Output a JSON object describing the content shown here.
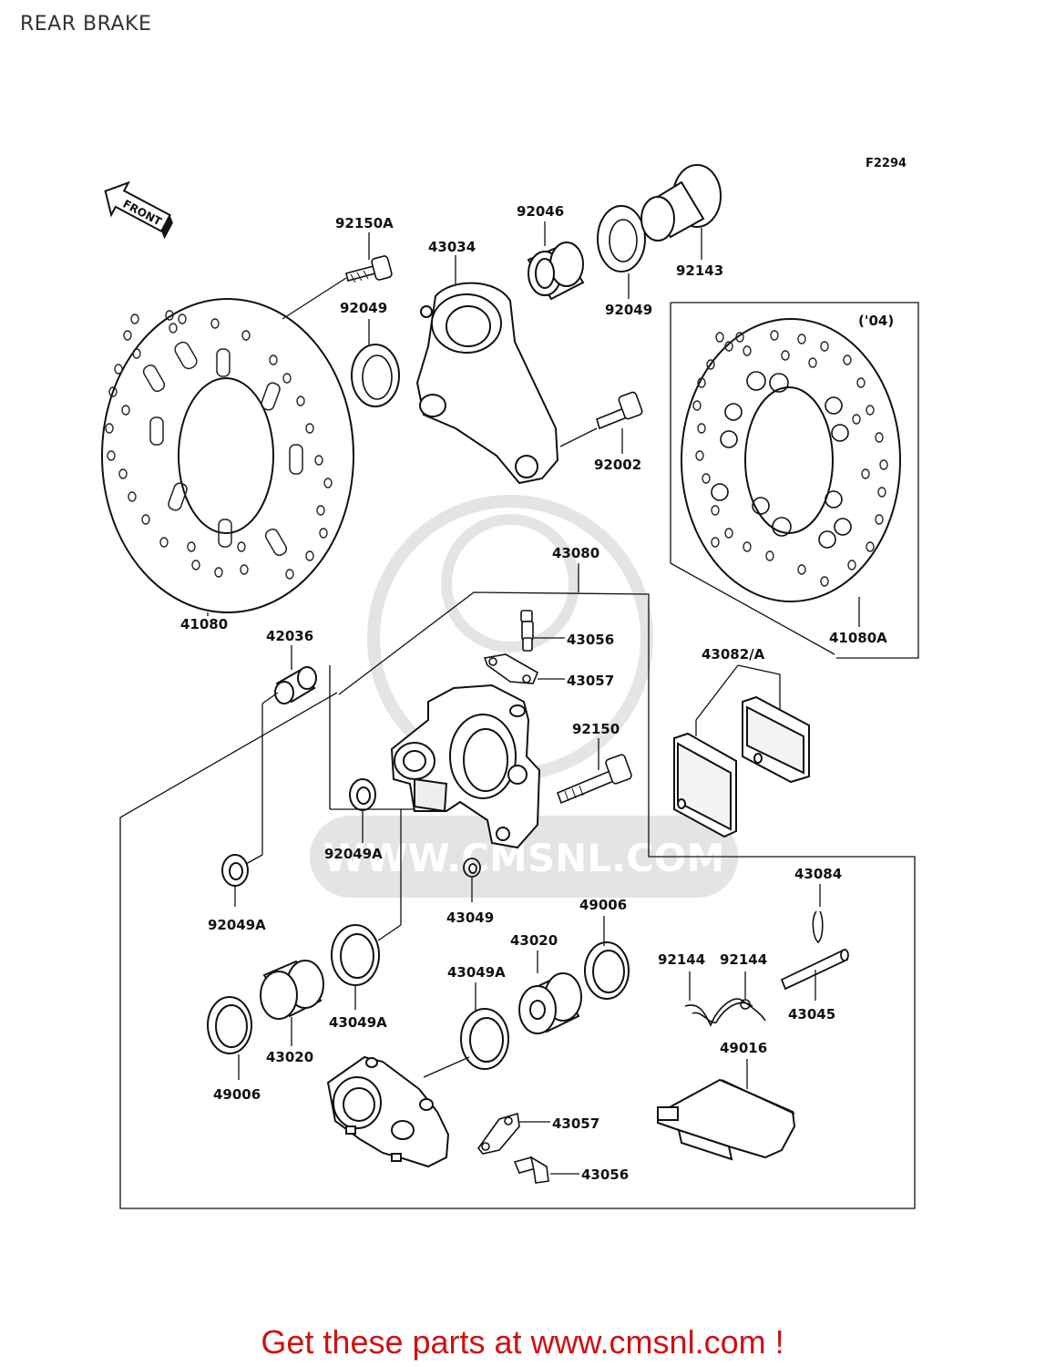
{
  "page": {
    "title": "REAR BRAKE",
    "figure_code": "F2294",
    "front_label": "FRONT",
    "year_note": "('04)",
    "watermark": "WWW.CMSNL.COM",
    "footer": "Get these parts at www.cmsnl.com !"
  },
  "callouts": {
    "c92150A": "92150A",
    "c92049_l": "92049",
    "c43034": "43034",
    "c92046": "92046",
    "c92049_r": "92049",
    "c92143": "92143",
    "c92002": "92002",
    "c41080": "41080",
    "c41080A": "41080A",
    "c43080": "43080",
    "c42036": "42036",
    "c43056_t": "43056",
    "c43057_t": "43057",
    "c92150": "92150",
    "c43082A": "43082/A",
    "c92049A_1": "92049A",
    "c92049A_2": "92049A",
    "c43049": "43049",
    "c49006_r": "49006",
    "c43084": "43084",
    "c43020_r": "43020",
    "c92144_1": "92144",
    "c92144_2": "92144",
    "c43049A_r": "43049A",
    "c43049A_l": "43049A",
    "c43045": "43045",
    "c43020_l": "43020",
    "c49016": "49016",
    "c49006_l": "49006",
    "c43057_b": "43057",
    "c43056_b": "43056"
  }
}
